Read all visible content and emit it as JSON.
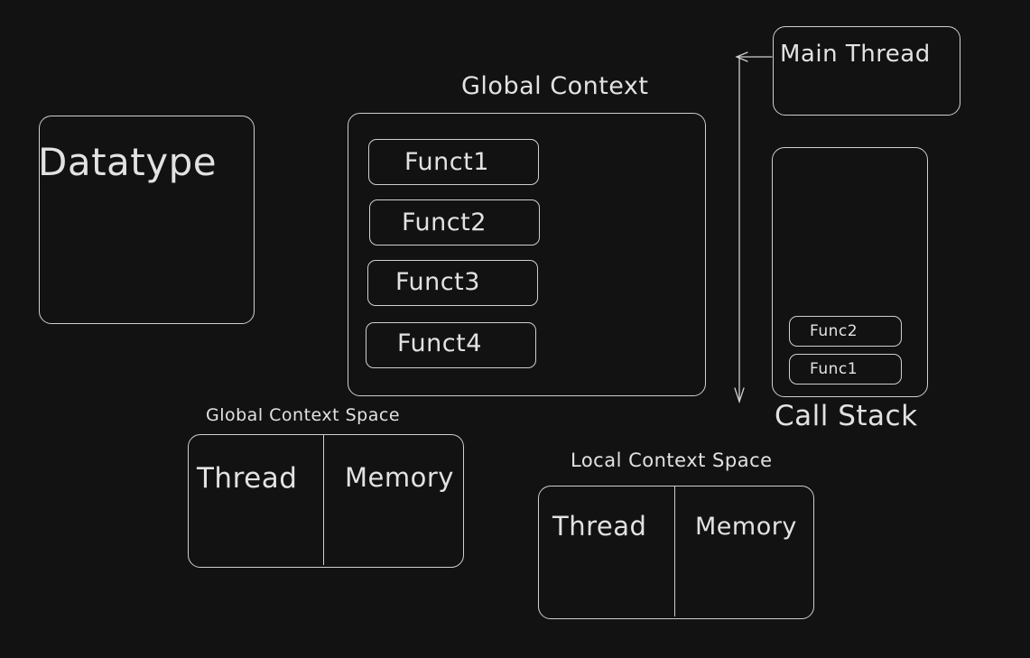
{
  "canvas": {
    "background": "#121212",
    "stroke": "#cfcfcf",
    "text_color": "#e2e2e2"
  },
  "datatype": {
    "label": "Datatype"
  },
  "global_context": {
    "title": "Global Context",
    "functions": [
      "Funct1",
      "Funct2",
      "Funct3",
      "Funct4"
    ]
  },
  "main_thread": {
    "label": "Main Thread"
  },
  "call_stack": {
    "label": "Call Stack",
    "frames": [
      "Func2",
      "Func1"
    ]
  },
  "global_context_space": {
    "title": "Global Context Space",
    "left": "Thread",
    "right": "Memory"
  },
  "local_context_space": {
    "title": "Local Context Space",
    "left": "Thread",
    "right": "Memory"
  },
  "connectors": [
    {
      "from": "main_thread",
      "to": "call_stack",
      "type": "elbow-arrow"
    }
  ]
}
